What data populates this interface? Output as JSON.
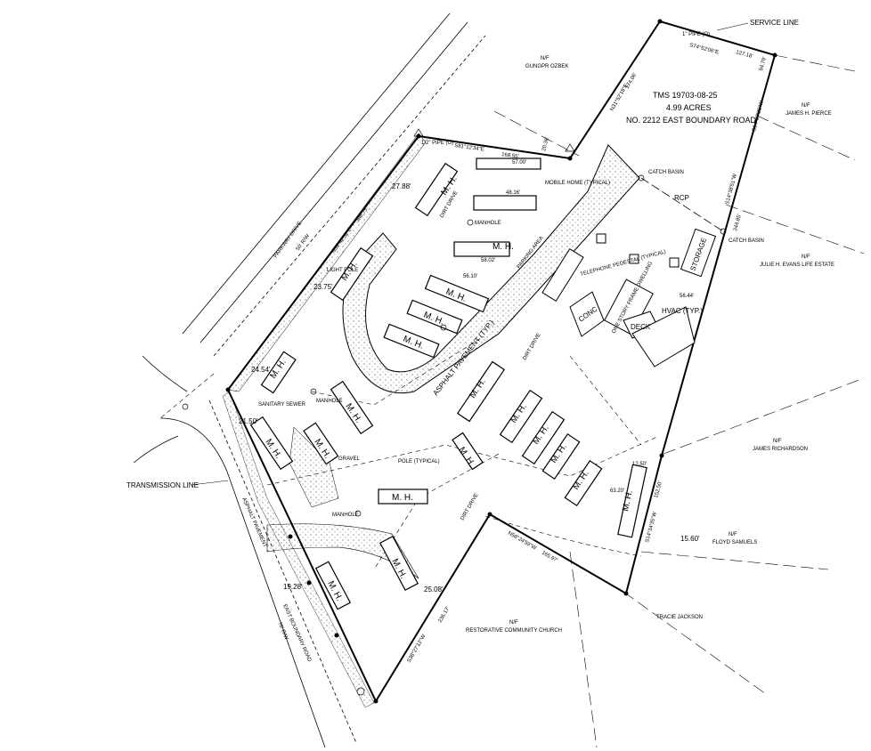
{
  "title_block": {
    "tms": "TMS 19703-08-25",
    "acreage": "4.99 ACRES",
    "address": "NO. 2212 EAST BOUNDARY ROAD"
  },
  "neighbors": {
    "n_gungor_np": "N/F",
    "n_gungor": "GUNGPR OZBEK",
    "n_pierce_np": "N/F",
    "n_pierce": "JAMES H. PIERCE",
    "n_evans_np": "N/F",
    "n_evans": "JULIE H. EVANS LIFE ESTATE",
    "n_richardson_np": "N/F",
    "n_richardson": "JAMES RICHARDSON",
    "n_samuels_np": "N/F",
    "n_samuels": "FLOYD SAMUELS",
    "n_jackson": "TRACIE JACKSON",
    "n_church_np": "N/F",
    "n_church": "RESTORATIVE COMMUNITY CHURCH"
  },
  "roads": {
    "parkway": "PARKWAY DRIVE",
    "parkway_row": "50' R/W",
    "east_boundary": "EAST BOUNDARY ROAD",
    "east_boundary_row": "70' R/W",
    "asphalt_parkway": "ASPHALT PAVEMENT",
    "asphalt_eb": "ASPHALT PAVEMENT"
  },
  "labels": {
    "service_line": "SERVICE LINE",
    "transmission_line": "TRANSMISSION LINE",
    "catch_basin_1": "CATCH BASIN",
    "catch_basin_2": "CATCH BASIN",
    "rcp": "RCP",
    "storage": "STORAGE",
    "dwelling": "ONE STORY FRAME DWELLING",
    "conc": "CONC",
    "deck": "DECK",
    "hvac": "HVAC (TYP.)",
    "asphalt_typ": "ASPHALT PAVEMENT (TYP.)",
    "parking_area": "PARKING AREA",
    "mobile_home_typ": "MOBILE HOME (TYPICAL)",
    "manhole_1": "MANHOLE",
    "manhole_2": "MANHOLE",
    "manhole_3": "MANHOLE",
    "sanitary_sewer": "SANITARY SEWER",
    "gravel": "GRAVEL",
    "pole_typ": "POLE (TYPICAL)",
    "telephone_pedestal": "TELEPHONE PEDESTAL (TYPICAL)",
    "dirt_drive_1": "DIRT DRIVE",
    "dirt_drive_2": "DIRT DRIVE",
    "dirt_drive_3": "DIRT DRIVE",
    "light_pole": "LIGHT POLE",
    "pipe_found": "1\" PIPE (O)",
    "pipe_found_2": "1/2\" PIPE (O)",
    "mh": "M. H."
  },
  "bearings": {
    "b_top_1": "S74°52'06\"E",
    "d_top_1": "127.18'",
    "b_right_1": "S14°37'25\"W",
    "d_right_1": "94.79'",
    "d_right_2": "344.85'",
    "b_right_2": "S14°38'51\"W",
    "b_nw_top": "S81°12'34\"E",
    "d_nw_top": "168.55'",
    "d_nw_20": "20.36'",
    "b_ne_diag": "N31°52'18\"E",
    "d_ne_diag": "174.06'",
    "b_sw_diag": "S38°27'12\"W",
    "d_sw_diag": "236.17'",
    "b_se_inner": "N58°24'59\"W",
    "d_se_inner": "165.97'",
    "b_right_3": "S14°34'35\"W",
    "d_right_3": "152.50'",
    "b_west": "N33°42'52\"E",
    "d_west": "398.75'"
  },
  "dims": {
    "d1": "27.88'",
    "d2": "23.75'",
    "d3": "24.54'",
    "d4": "21.50'",
    "d5": "19.28'",
    "d6": "25.08'",
    "d7": "15.60'",
    "w1": "57.00'",
    "w2": "48.16'",
    "w3": "58.02'",
    "w4": "56.10'",
    "w5": "12.50'",
    "w6": "56.44'",
    "w7": "63.20'"
  },
  "colors": {
    "line": "#000000",
    "paper": "#ffffff"
  }
}
